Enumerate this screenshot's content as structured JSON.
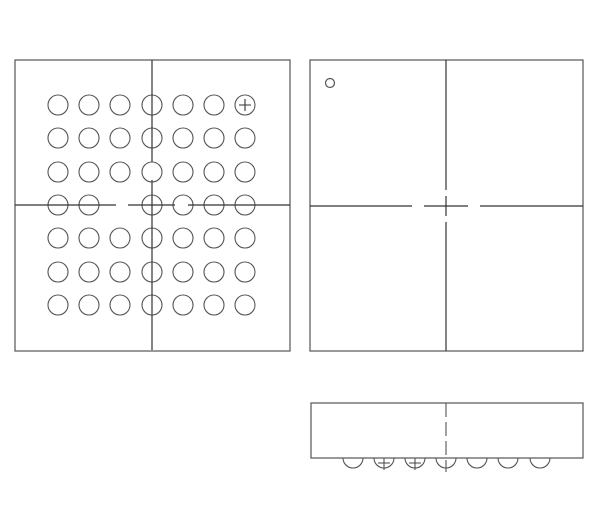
{
  "drawing": {
    "line_color": "#555555",
    "ball_grid": {
      "rows": 7,
      "cols": 7,
      "missing_balls": [
        [
          3,
          2
        ]
      ],
      "pin1_marker": [
        0,
        6
      ]
    },
    "side_view_balls": 7,
    "side_view_marked_balls": [
      1,
      2
    ]
  }
}
